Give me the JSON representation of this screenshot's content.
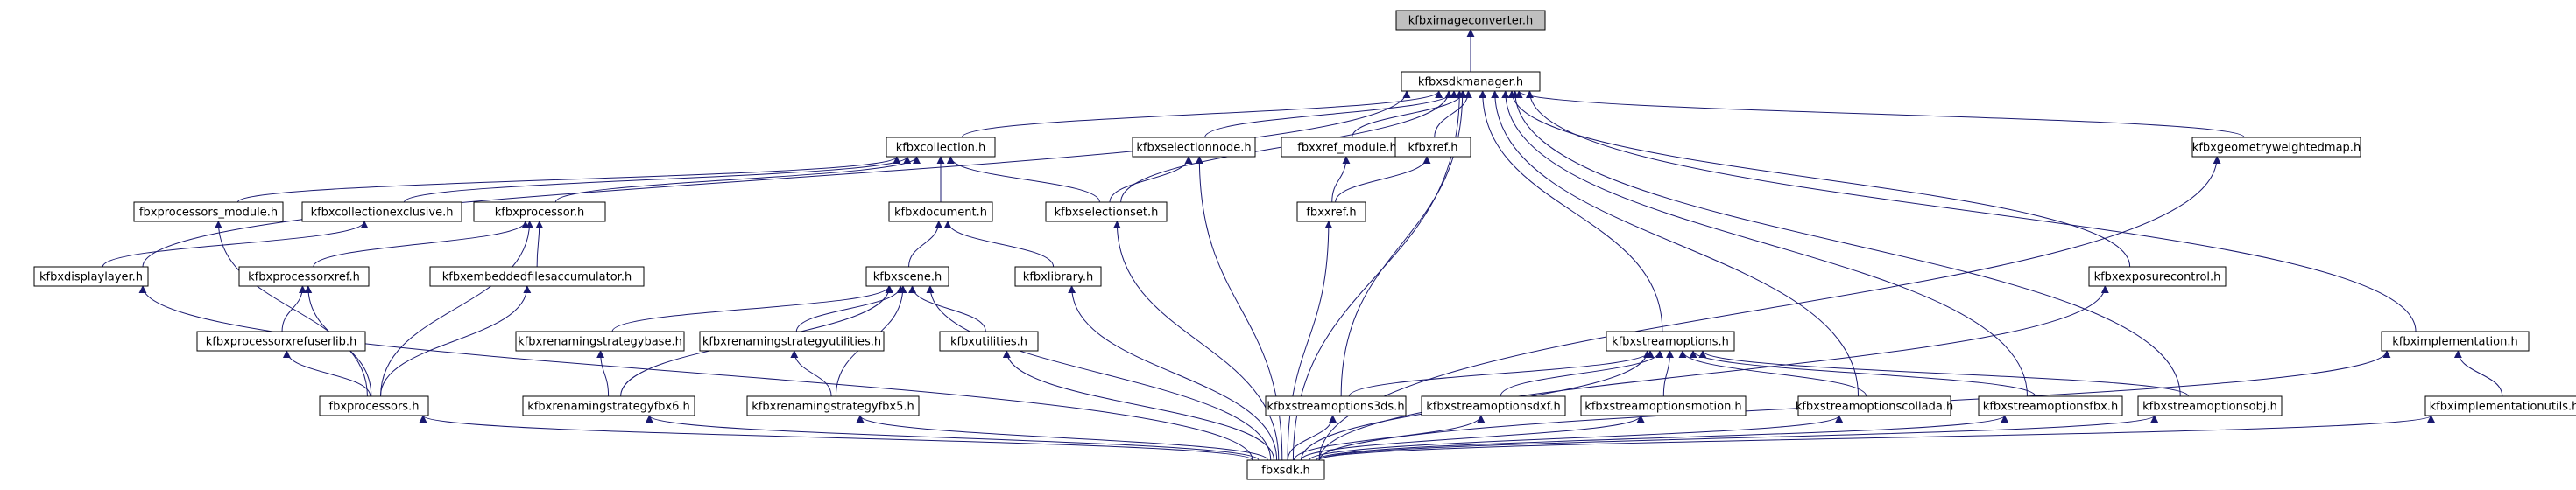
{
  "graph": {
    "root": "kfbximageconverter.h",
    "nodes": [
      {
        "id": "imgconv",
        "label": "kfbximageconverter.h",
        "root": true
      },
      {
        "id": "sdkman",
        "label": "kfbxsdkmanager.h"
      },
      {
        "id": "collection",
        "label": "kfbxcollection.h"
      },
      {
        "id": "selnode",
        "label": "kfbxselectionnode.h"
      },
      {
        "id": "xrefmod",
        "label": "fbxxref_module.h"
      },
      {
        "id": "kxref",
        "label": "kfbxref.h"
      },
      {
        "id": "geomap",
        "label": "kfbxgeometryweightedmap.h"
      },
      {
        "id": "procmod",
        "label": "fbxprocessors_module.h"
      },
      {
        "id": "collexcl",
        "label": "kfbxcollectionexclusive.h"
      },
      {
        "id": "processor",
        "label": "kfbxprocessor.h"
      },
      {
        "id": "document",
        "label": "kfbxdocument.h"
      },
      {
        "id": "selset",
        "label": "kfbxselectionset.h"
      },
      {
        "id": "fbxxref",
        "label": "fbxxref.h"
      },
      {
        "id": "displayer",
        "label": "kfbxdisplaylayer.h"
      },
      {
        "id": "procxref",
        "label": "kfbxprocessorxref.h"
      },
      {
        "id": "embacc",
        "label": "kfbxembeddedfilesaccumulator.h"
      },
      {
        "id": "scene",
        "label": "kfbxscene.h"
      },
      {
        "id": "library",
        "label": "kfbxlibrary.h"
      },
      {
        "id": "expctrl",
        "label": "kfbxexposurecontrol.h"
      },
      {
        "id": "procxrefuser",
        "label": "kfbxprocessorxrefuserlib.h"
      },
      {
        "id": "renbase",
        "label": "kfbxrenamingstrategybase.h"
      },
      {
        "id": "renutil",
        "label": "kfbxrenamingstrategyutilities.h"
      },
      {
        "id": "utilities",
        "label": "kfbxutilities.h"
      },
      {
        "id": "streamopts",
        "label": "kfbxstreamoptions.h"
      },
      {
        "id": "impl",
        "label": "kfbximplementation.h"
      },
      {
        "id": "processors",
        "label": "fbxprocessors.h"
      },
      {
        "id": "renfbx6",
        "label": "kfbxrenamingstrategyfbx6.h"
      },
      {
        "id": "renfbx5",
        "label": "kfbxrenamingstrategyfbx5.h"
      },
      {
        "id": "so3ds",
        "label": "kfbxstreamoptions3ds.h"
      },
      {
        "id": "sodxf",
        "label": "kfbxstreamoptionsdxf.h"
      },
      {
        "id": "somotion",
        "label": "kfbxstreamoptionsmotion.h"
      },
      {
        "id": "socollada",
        "label": "kfbxstreamoptionscollada.h"
      },
      {
        "id": "sofbx",
        "label": "kfbxstreamoptionsfbx.h"
      },
      {
        "id": "soobj",
        "label": "kfbxstreamoptionsobj.h"
      },
      {
        "id": "implutils",
        "label": "kfbximplementationutils.h"
      },
      {
        "id": "fbxsdk",
        "label": "fbxsdk.h"
      }
    ],
    "edges": [
      [
        "sdkman",
        "imgconv"
      ],
      [
        "collection",
        "sdkman"
      ],
      [
        "selnode",
        "sdkman"
      ],
      [
        "xrefmod",
        "sdkman"
      ],
      [
        "kxref",
        "sdkman"
      ],
      [
        "geomap",
        "sdkman"
      ],
      [
        "selset",
        "sdkman"
      ],
      [
        "displayer",
        "sdkman"
      ],
      [
        "expctrl",
        "sdkman"
      ],
      [
        "streamopts",
        "sdkman"
      ],
      [
        "impl",
        "sdkman"
      ],
      [
        "fbxsdk",
        "sdkman"
      ],
      [
        "so3ds",
        "sdkman"
      ],
      [
        "socollada",
        "sdkman"
      ],
      [
        "sofbx",
        "sdkman"
      ],
      [
        "soobj",
        "sdkman"
      ],
      [
        "procmod",
        "collection"
      ],
      [
        "collexcl",
        "collection"
      ],
      [
        "processor",
        "collection"
      ],
      [
        "document",
        "collection"
      ],
      [
        "selset",
        "collection"
      ],
      [
        "selset",
        "selnode"
      ],
      [
        "fbxsdk",
        "selnode"
      ],
      [
        "fbxxref",
        "xrefmod"
      ],
      [
        "fbxxref",
        "kxref"
      ],
      [
        "fbxsdk",
        "geomap"
      ],
      [
        "processors",
        "procmod"
      ],
      [
        "displayer",
        "collexcl"
      ],
      [
        "procxref",
        "processor"
      ],
      [
        "embacc",
        "processor"
      ],
      [
        "processors",
        "processor"
      ],
      [
        "scene",
        "document"
      ],
      [
        "library",
        "document"
      ],
      [
        "fbxsdk",
        "selset"
      ],
      [
        "fbxsdk",
        "fbxxref"
      ],
      [
        "fbxsdk",
        "displayer"
      ],
      [
        "procxrefuser",
        "procxref"
      ],
      [
        "processors",
        "procxref"
      ],
      [
        "processors",
        "embacc"
      ],
      [
        "renbase",
        "scene"
      ],
      [
        "renutil",
        "scene"
      ],
      [
        "utilities",
        "scene"
      ],
      [
        "renfbx6",
        "scene"
      ],
      [
        "renfbx5",
        "scene"
      ],
      [
        "fbxsdk",
        "scene"
      ],
      [
        "fbxsdk",
        "library"
      ],
      [
        "fbxsdk",
        "expctrl"
      ],
      [
        "processors",
        "procxrefuser"
      ],
      [
        "renfbx6",
        "renbase"
      ],
      [
        "renfbx5",
        "renutil"
      ],
      [
        "fbxsdk",
        "utilities"
      ],
      [
        "so3ds",
        "streamopts"
      ],
      [
        "sodxf",
        "streamopts"
      ],
      [
        "somotion",
        "streamopts"
      ],
      [
        "socollada",
        "streamopts"
      ],
      [
        "sofbx",
        "streamopts"
      ],
      [
        "soobj",
        "streamopts"
      ],
      [
        "fbxsdk",
        "streamopts"
      ],
      [
        "implutils",
        "impl"
      ],
      [
        "fbxsdk",
        "impl"
      ],
      [
        "fbxsdk",
        "processors"
      ],
      [
        "fbxsdk",
        "renfbx6"
      ],
      [
        "fbxsdk",
        "renfbx5"
      ],
      [
        "fbxsdk",
        "so3ds"
      ],
      [
        "fbxsdk",
        "sodxf"
      ],
      [
        "fbxsdk",
        "somotion"
      ],
      [
        "fbxsdk",
        "socollada"
      ],
      [
        "fbxsdk",
        "sofbx"
      ],
      [
        "fbxsdk",
        "soobj"
      ],
      [
        "fbxsdk",
        "implutils"
      ]
    ]
  }
}
